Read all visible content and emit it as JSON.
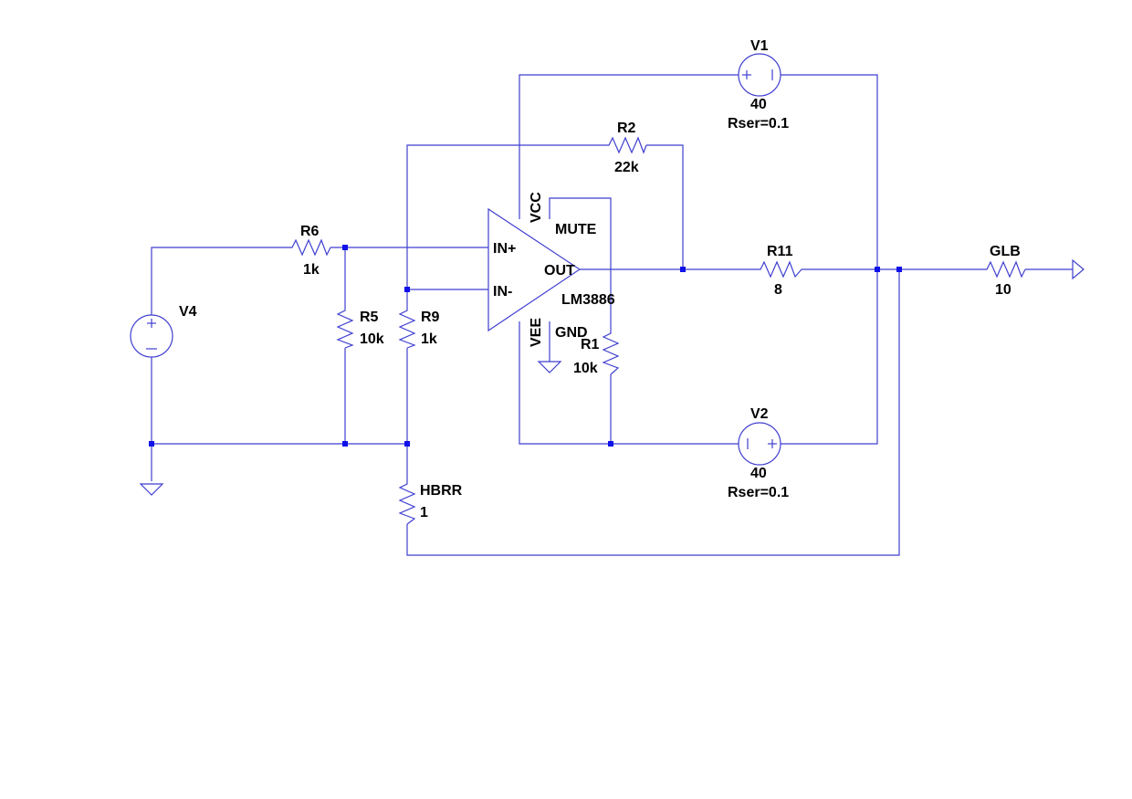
{
  "colors": {
    "wire": "#3F3FD0",
    "junction": "#1010E8",
    "text": "#000000",
    "background": "#FFFFFF"
  },
  "opamp": {
    "name": "LM3886",
    "pins": {
      "in_plus": "IN+",
      "in_minus": "IN-",
      "out": "OUT",
      "vcc": "VCC",
      "vee": "VEE",
      "mute": "MUTE",
      "gnd": "GND"
    }
  },
  "components": {
    "R6": {
      "name": "R6",
      "value": "1k"
    },
    "R5": {
      "name": "R5",
      "value": "10k"
    },
    "R9": {
      "name": "R9",
      "value": "1k"
    },
    "R2": {
      "name": "R2",
      "value": "22k"
    },
    "R1": {
      "name": "R1",
      "value": "10k"
    },
    "R11": {
      "name": "R11",
      "value": "8"
    },
    "GLB": {
      "name": "GLB",
      "value": "10"
    },
    "HBRR": {
      "name": "HBRR",
      "value": "1"
    },
    "V1": {
      "name": "V1",
      "value": "40",
      "param": "Rser=0.1"
    },
    "V2": {
      "name": "V2",
      "value": "40",
      "param": "Rser=0.1"
    },
    "V4": {
      "name": "V4"
    }
  },
  "source_signs": {
    "plus": "+",
    "minus": "−",
    "bar": "|"
  }
}
